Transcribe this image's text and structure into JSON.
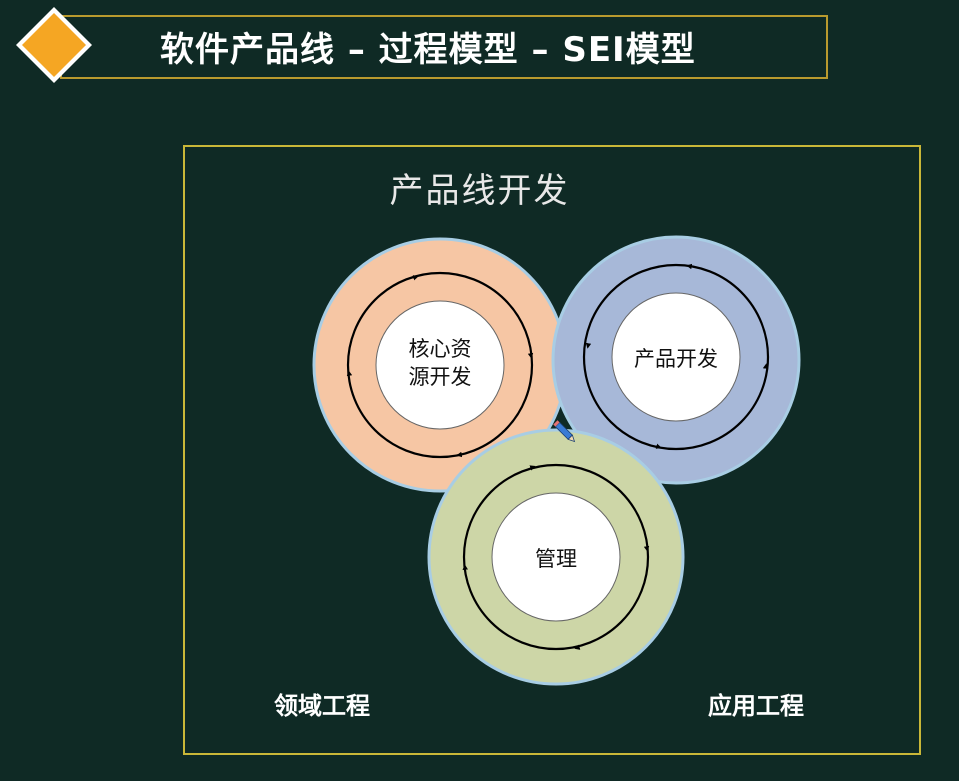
{
  "header": {
    "title": "软件产品线 – 过程模型 – SEI模型"
  },
  "diagram": {
    "title": "产品线开发",
    "circles": [
      {
        "line1": "核心资",
        "line2": "源开发",
        "color": "#f6c6a4"
      },
      {
        "line1": "产品开发",
        "line2": "",
        "color": "#a7b8d8"
      },
      {
        "line1": "管理",
        "line2": "",
        "color": "#cdd6a7"
      }
    ],
    "labels": {
      "left": "领域工程",
      "right": "应用工程"
    }
  },
  "colors": {
    "accent": "#f5a623",
    "frame": "#c9b738",
    "background": "#0f2a25"
  }
}
